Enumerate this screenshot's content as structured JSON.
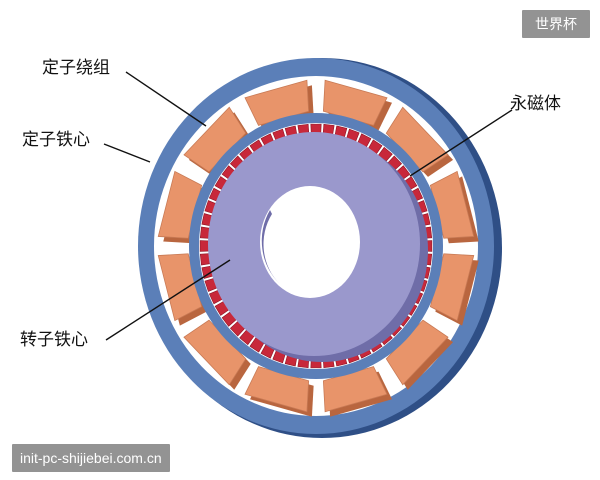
{
  "labels": {
    "stator_winding": "定子绕组",
    "stator_core": "定子铁心",
    "permanent_magnet": "永磁体",
    "rotor_core": "转子铁心"
  },
  "badge": "世界杯",
  "watermark": "init-pc-shijiebei.com.cn",
  "colors": {
    "stator_ring": "#5b7fb8",
    "stator_dark": "#2f4f86",
    "winding": "#e8946a",
    "winding_dark": "#b9663f",
    "magnet": "#c8283a",
    "rotor": "#9a98cc",
    "rotor_dark": "#6f6da8"
  },
  "winding_count": 12
}
